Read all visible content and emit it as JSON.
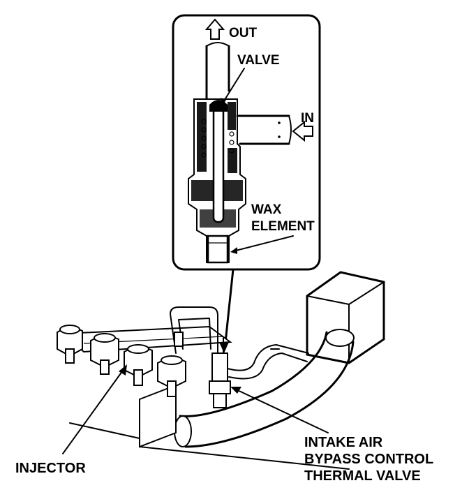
{
  "labels": {
    "out": "OUT",
    "valve": "VALVE",
    "in": "IN",
    "wax_line1": "WAX",
    "wax_line2": "ELEMENT",
    "injector": "INJECTOR",
    "thermal_line1": "INTAKE AIR",
    "thermal_line2": "BYPASS CONTROL",
    "thermal_line3": "THERMAL VALVE"
  },
  "colors": {
    "ink": "#000000",
    "paper": "#ffffff"
  }
}
